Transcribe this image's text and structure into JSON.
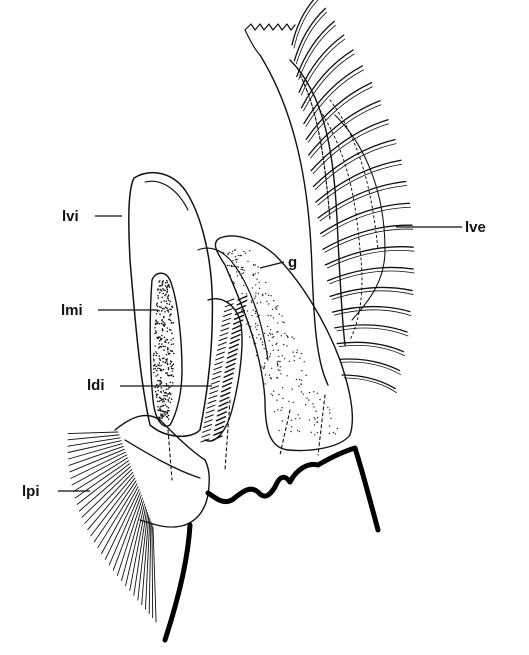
{
  "figure": {
    "labels": {
      "lve": "lve",
      "lvi": "lvi",
      "g": "g",
      "lmi": "lmi",
      "ldi": "ldi",
      "lpi": "lpi"
    }
  }
}
